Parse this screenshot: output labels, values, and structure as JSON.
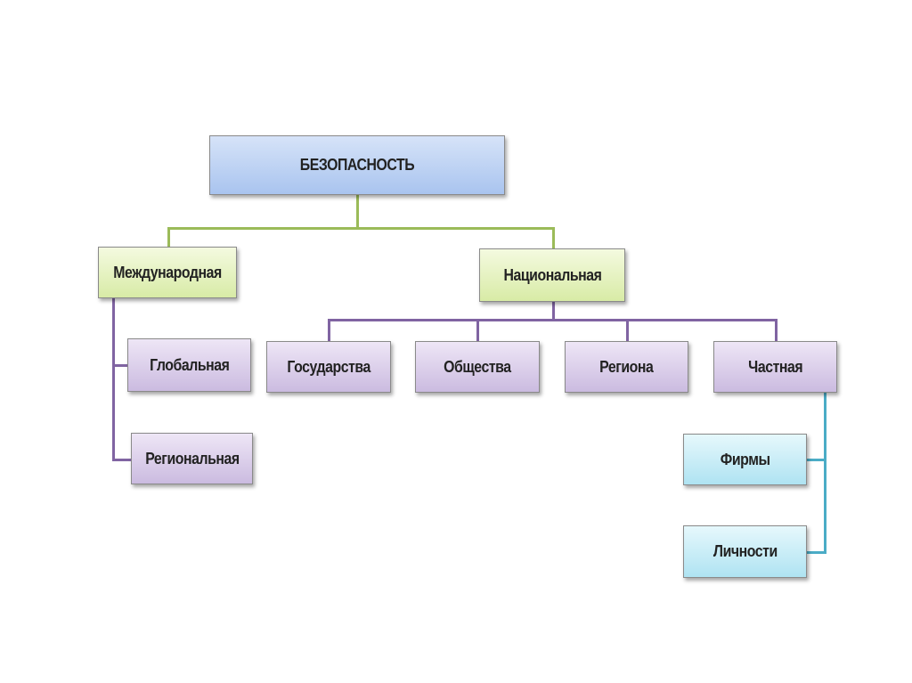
{
  "root": {
    "label": "БЕЗОПАСНОСТЬ"
  },
  "level1": [
    {
      "label": "Международная"
    },
    {
      "label": "Национальная"
    }
  ],
  "international_children": [
    {
      "label": "Глобальная"
    },
    {
      "label": "Региональная"
    }
  ],
  "national_children": [
    {
      "label": "Государства"
    },
    {
      "label": "Общества"
    },
    {
      "label": "Региона"
    },
    {
      "label": "Частная"
    }
  ],
  "private_children": [
    {
      "label": "Фирмы"
    },
    {
      "label": "Личности"
    }
  ],
  "colors": {
    "root": "#a9c4ef",
    "level1": "#d8eba6",
    "level2": "#cbbbe0",
    "level3": "#afe3f2",
    "line_green": "#9bbb59",
    "line_purple": "#8064a2",
    "line_teal": "#4bacc6"
  }
}
